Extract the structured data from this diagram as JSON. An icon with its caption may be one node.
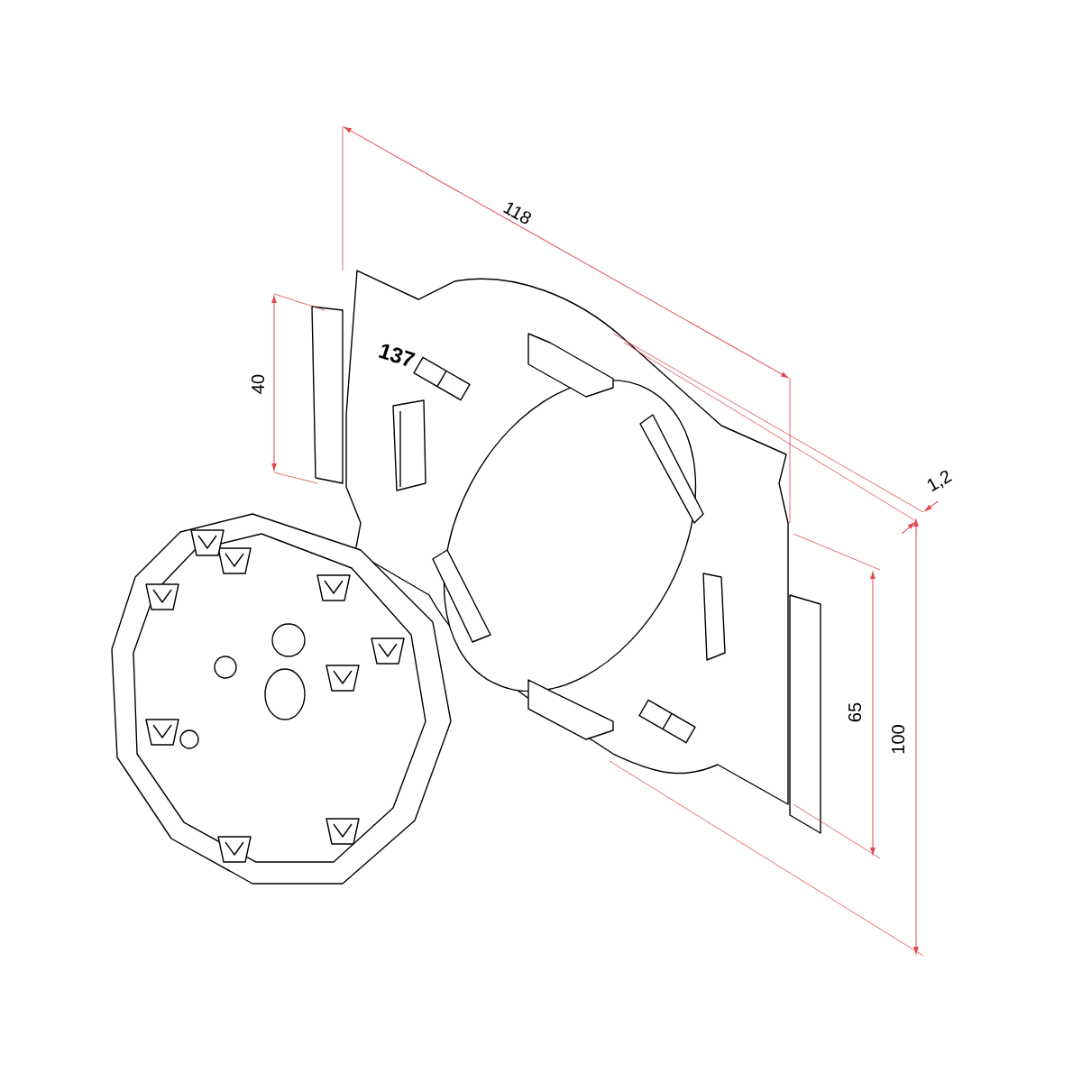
{
  "diagram": {
    "labels": [
      "118",
      "40",
      "137",
      "1,2",
      "65",
      "100"
    ]
  }
}
